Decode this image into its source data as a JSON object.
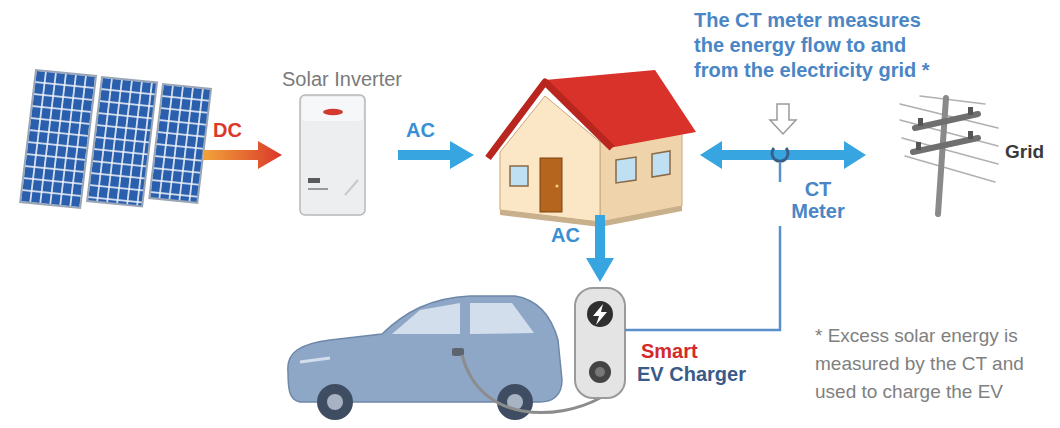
{
  "diagram": {
    "nodes": [
      {
        "text": [
          "Solar Inverter"
        ]
      },
      {
        "text": [
          "CT Meter"
        ]
      },
      {
        "text": [
          "Smart",
          "EV Charger"
        ]
      },
      {
        "text": [
          "Grid"
        ]
      }
    ],
    "edges": [
      {
        "from": 2,
        "to": 1,
        "arrow": "none"
      }
    ],
    "labels": [
      "DC",
      "AC",
      "AC",
      "The CT meter measures the energy flow to and from the electricity grid *",
      "* Excess solar energy is measured by the CT and used to charge the EV"
    ]
  }
}
